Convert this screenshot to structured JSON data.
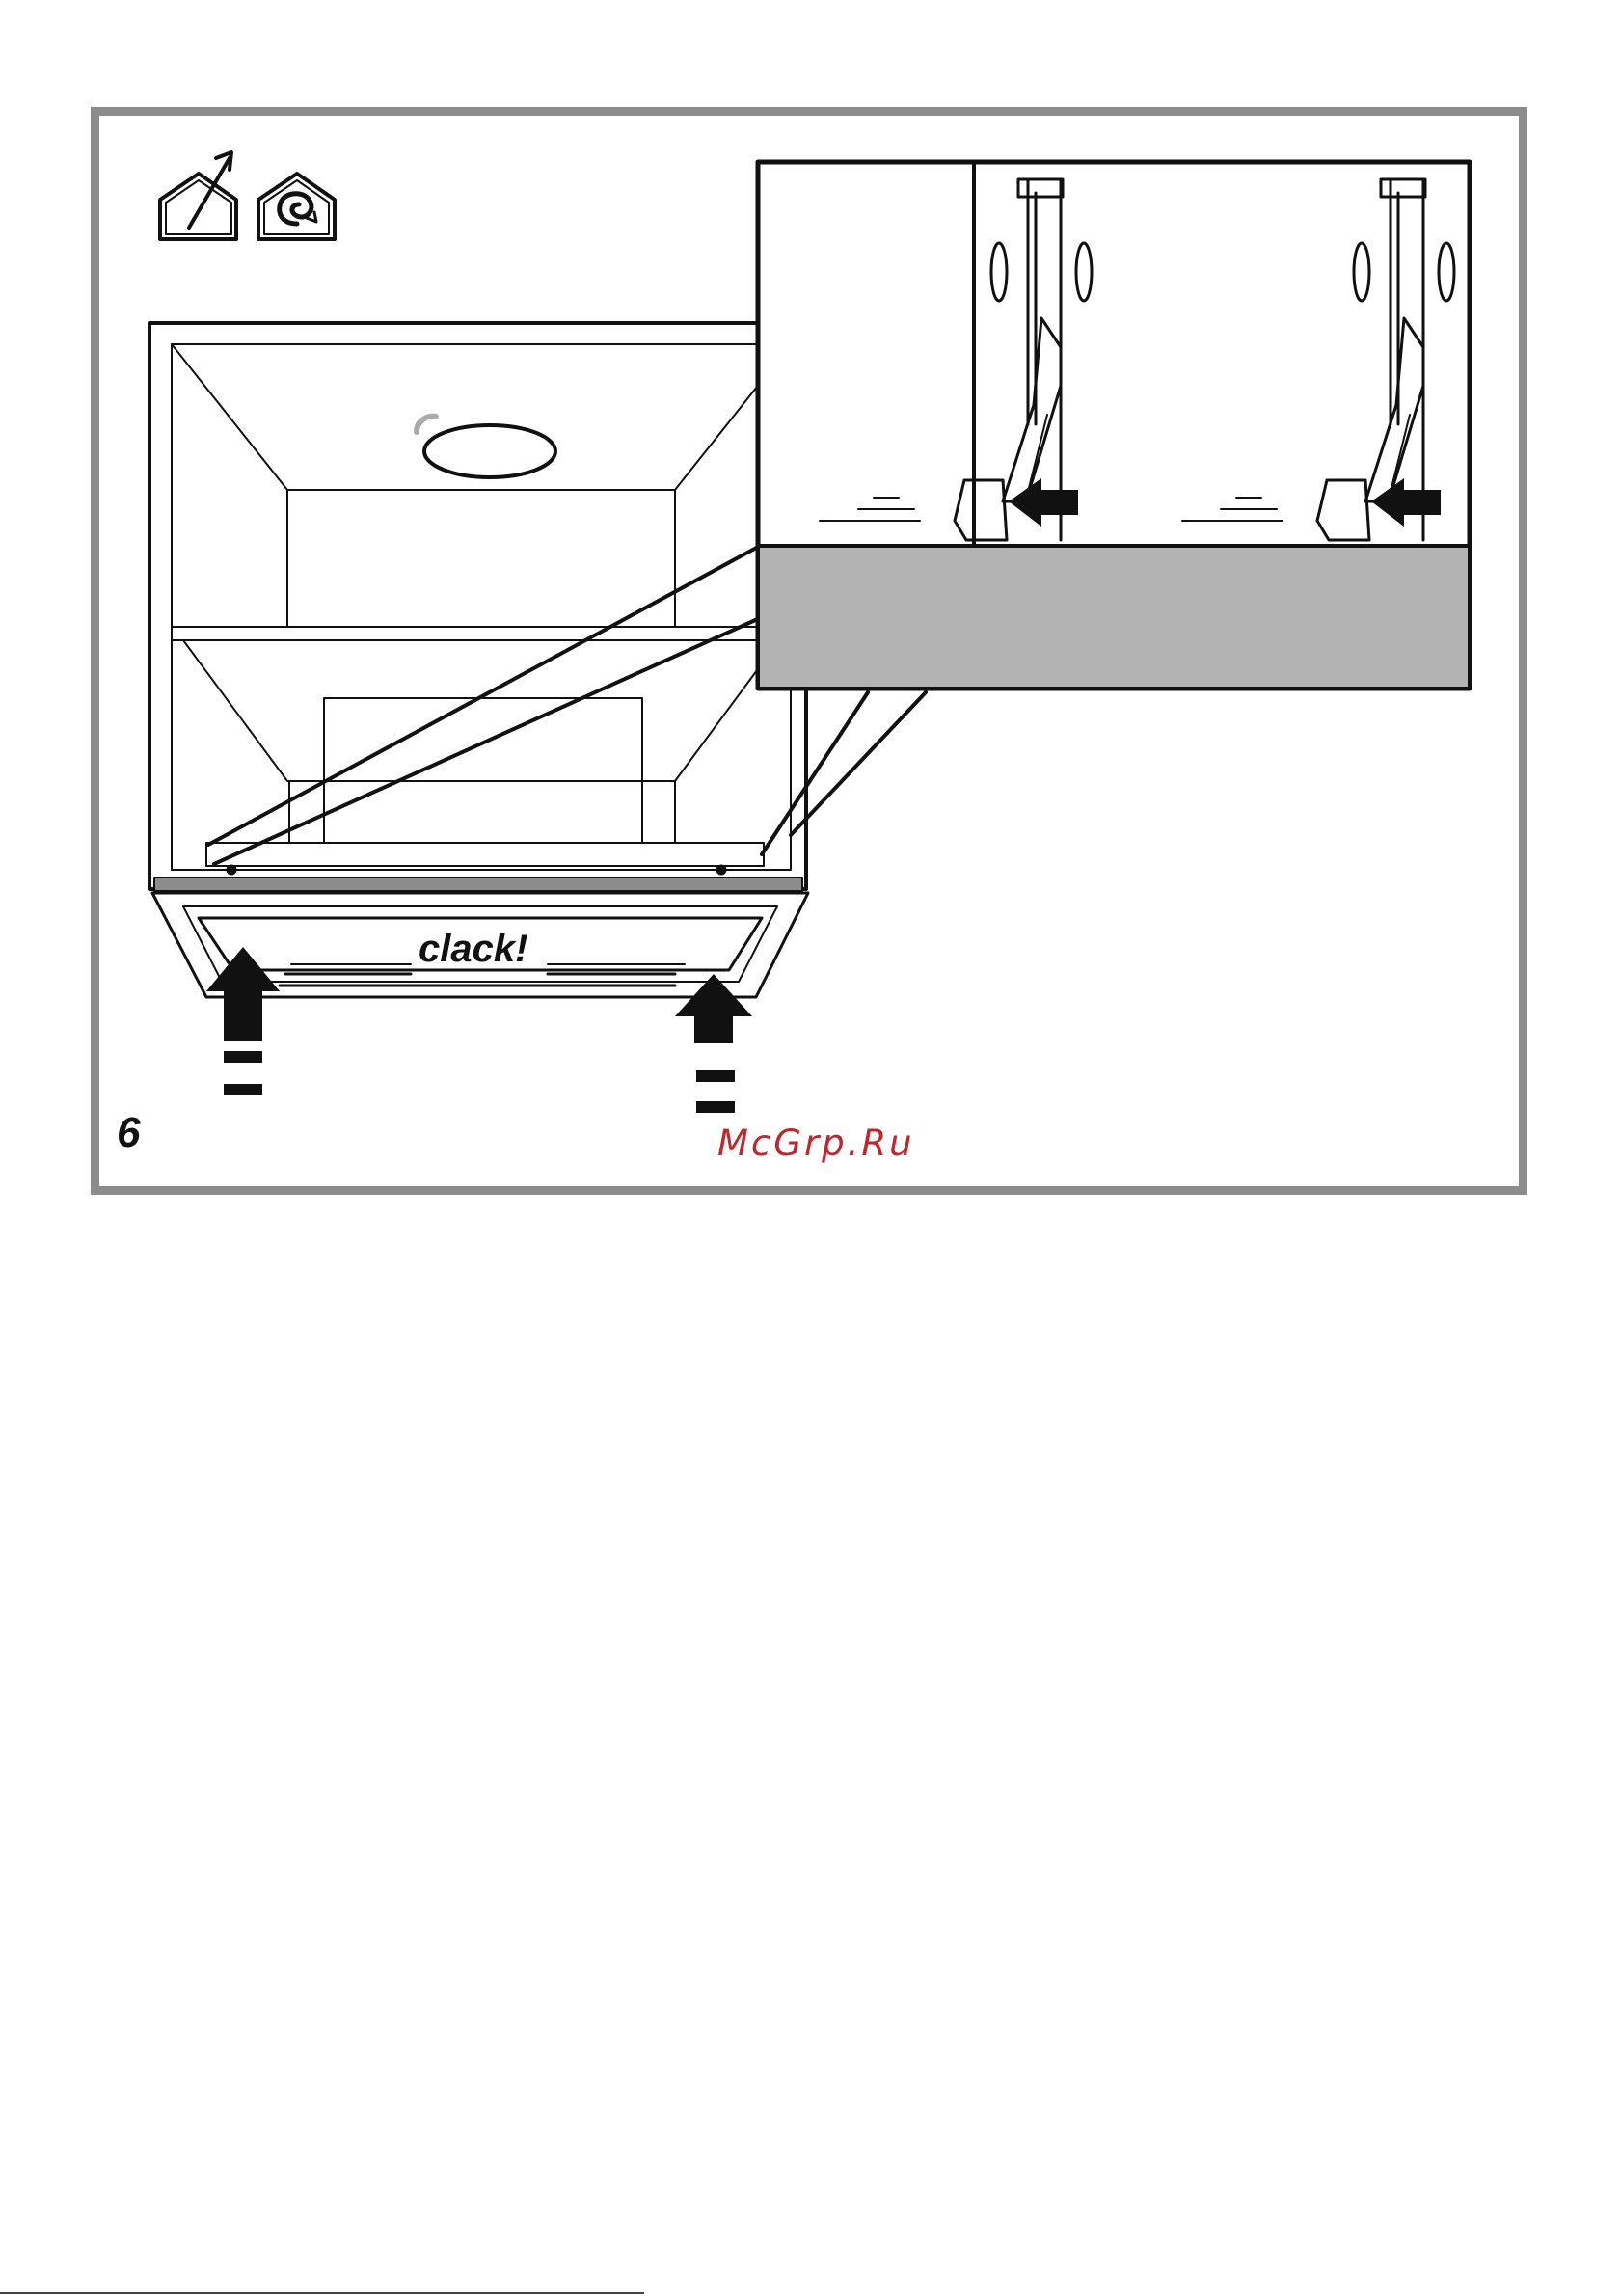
{
  "figure": {
    "number": "6",
    "callout_text": "clack!",
    "watermark": "McGrp.Ru"
  },
  "icons": [
    "ducted-extraction-house-icon",
    "recirculation-house-icon"
  ],
  "colors": {
    "frame": "#8c8c8c",
    "panel_gray": "#b3b3b3",
    "ink": "#111111",
    "watermark": "#c0272d"
  }
}
